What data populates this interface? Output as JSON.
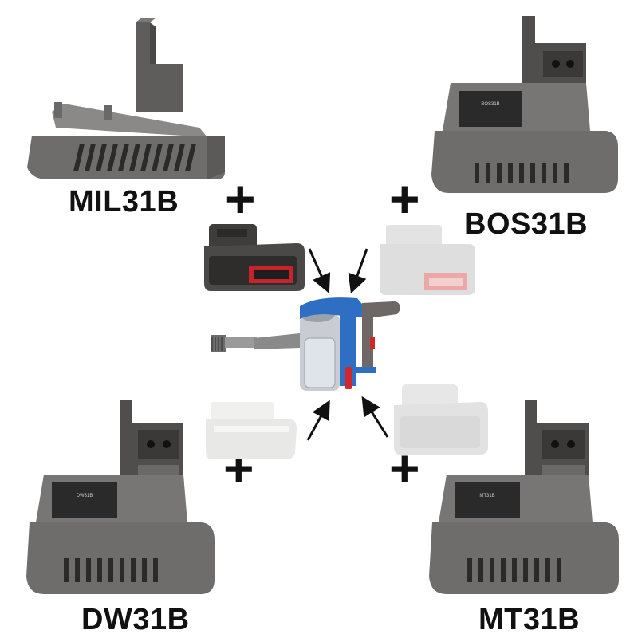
{
  "labels": {
    "top_left": "MIL31B",
    "top_right": "BOS31B",
    "bottom_left": "DW31B",
    "bottom_right": "MT31B"
  },
  "plus_sign": "+",
  "adapter_stickers": {
    "top_right": "BOS31B",
    "bottom_left": "DW31B",
    "bottom_right": "MT31B"
  },
  "colors": {
    "adapter_body": "#6e6d6c",
    "adapter_dark": "#3f3e3d",
    "milwaukee_red": "#c8222a",
    "vacuum_blue": "#2e6fc4",
    "vacuum_red": "#d1262b",
    "faded_battery": "#e6e6e6"
  }
}
